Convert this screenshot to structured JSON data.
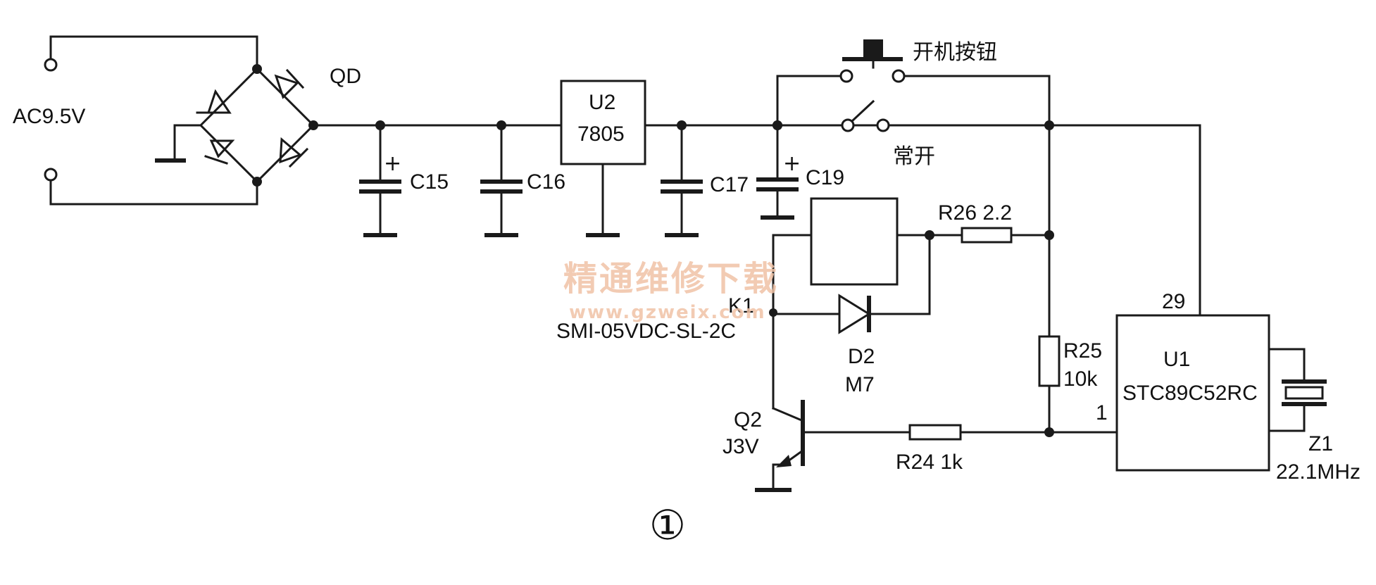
{
  "labels": {
    "ac_input": "AC9.5V",
    "bridge": "QD",
    "c15": "C15",
    "c16": "C16",
    "u2_ref": "U2",
    "u2_part": "7805",
    "c17": "C17",
    "c19": "C19",
    "power_button": "开机按钮",
    "normally_open": "常开",
    "r26": "R26  2.2",
    "relay_ref": "K1",
    "relay_part": "SMI-05VDC-SL-2C",
    "d2_ref": "D2",
    "d2_part": "M7",
    "r25_ref": "R25",
    "r25_value": "10k",
    "u1_ref": "U1",
    "u1_part": "STC89C52RC",
    "pin29": "29",
    "pin1": "1",
    "z1_ref": "Z1",
    "z1_value": "22.1MHz",
    "q2_ref": "Q2",
    "q2_part": "J3V",
    "r24": "R24  1k",
    "figure_number": "①",
    "plus_c15": "+",
    "plus_c19": "+"
  },
  "watermark": {
    "text": "精通维修下载",
    "url": "www.gzweix.com",
    "color": "#f0c2a6"
  }
}
